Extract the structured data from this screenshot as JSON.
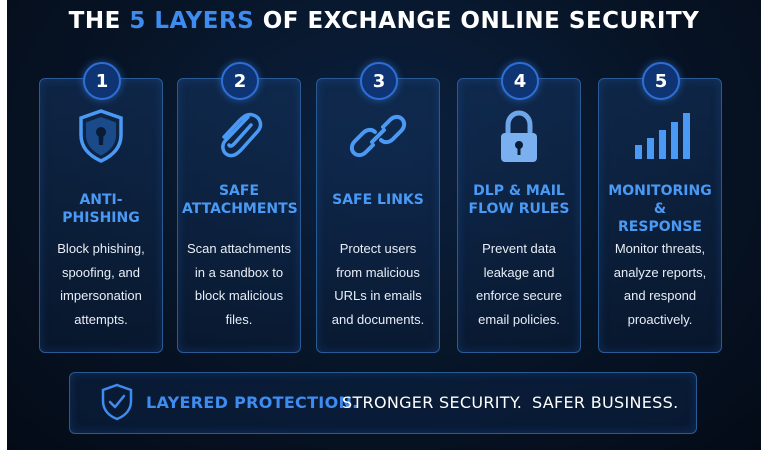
{
  "title": {
    "pre": "THE ",
    "highlight": "5 LAYERS",
    "post": " OF EXCHANGE ONLINE SECURITY"
  },
  "layers": [
    {
      "number": "1",
      "icon": "shield-lock-icon",
      "title": "ANTI-PHISHING",
      "desc": "Block phishing,\nspoofing, and\nimpersonation\nattempts."
    },
    {
      "number": "2",
      "icon": "paperclip-icon",
      "title": "SAFE\nATTACHMENTS",
      "desc": "Scan attachments\nin a sandbox to\nblock malicious\nfiles."
    },
    {
      "number": "3",
      "icon": "link-icon",
      "title": "SAFE LINKS",
      "desc": "Protect users\nfrom malicious\nURLs in emails\nand documents."
    },
    {
      "number": "4",
      "icon": "padlock-icon",
      "title": "DLP & MAIL\nFLOW RULES",
      "desc": "Prevent data\nleakage and\nenforce secure\nemail policies."
    },
    {
      "number": "5",
      "icon": "signal-bars-icon",
      "title": "MONITORING &\nRESPONSE",
      "desc": "Monitor threats,\nanalyze reports,\nand respond\nproactively."
    }
  ],
  "footer": {
    "icon": "shield-check-icon",
    "part1": "LAYERED PROTECTION.",
    "part2": "STRONGER SECURITY.",
    "part3": "SAFER BUSINESS."
  },
  "colors": {
    "accent": "#3f8cf0",
    "background": "#071426",
    "text": "#ffffff"
  }
}
